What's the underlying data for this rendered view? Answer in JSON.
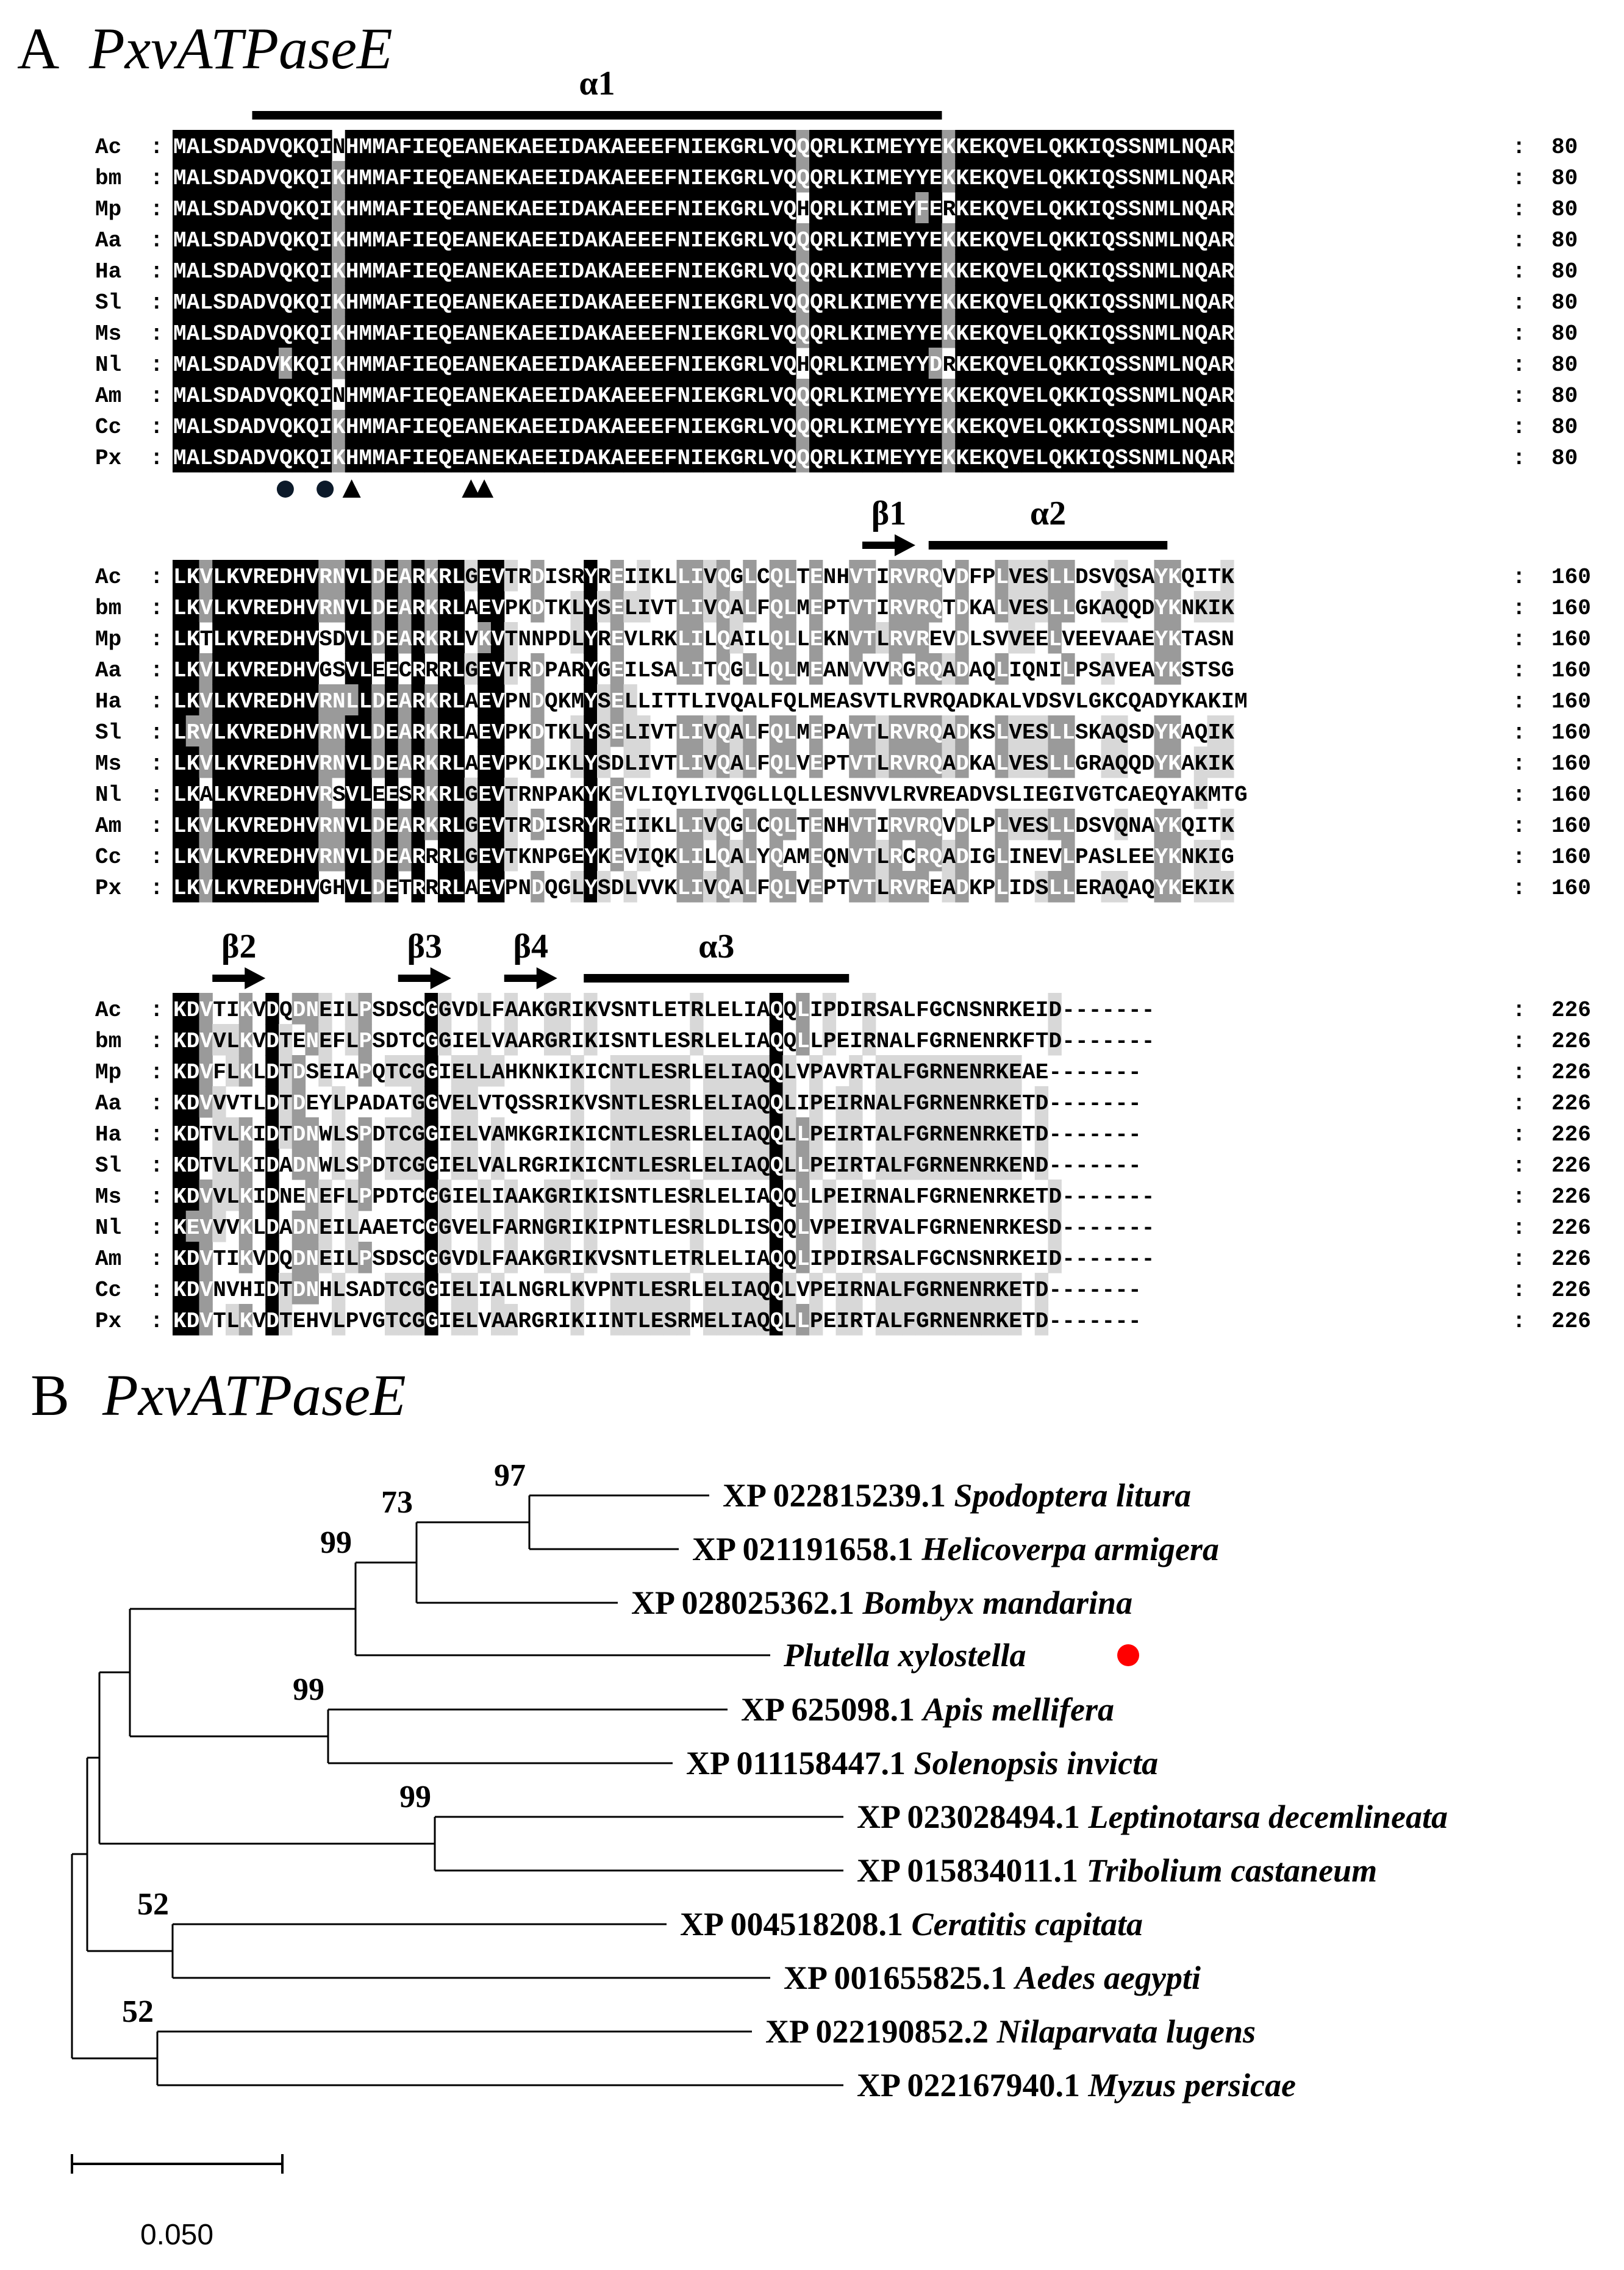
{
  "panelA": {
    "letter": "A",
    "gene": "PxvATPaseE"
  },
  "panelB": {
    "letter": "B",
    "gene": "PxvATPaseE"
  },
  "colors": {
    "identical": "#000000",
    "similar": "#9a9a9a",
    "weak": "#d8d8d8",
    "marker": "#ff0000"
  },
  "alignment": {
    "species": [
      "Ac",
      "bm",
      "Mp",
      "Aa",
      "Ha",
      "Sl",
      "Ms",
      "Nl",
      "Am",
      "Cc",
      "Px"
    ],
    "blocks": [
      {
        "end": "80",
        "rows": [
          "MALSDADVQKQINHMMAFIEQEANEKAEEIDAKAEEEFNIEKGRLVQQQRLKIMEYYEKKEKQVELQKKIQSSNMLNQAR",
          "MALSDADVQKQIKHMMAFIEQEANEKAEEIDAKAEEEFNIEKGRLVQQQRLKIMEYYEKKEKQVELQKKIQSSNMLNQAR",
          "MALSDADVQKQIKHMMAFIEQEANEKAEEIDAKAEEEFNIEKGRLVQHQRLKIMEYFERKEKQVELQKKIQSSNMLNQAR",
          "MALSDADVQKQIKHMMAFIEQEANEKAEEIDAKAEEEFNIEKGRLVQQQRLKIMEYYEKKEKQVELQKKIQSSNMLNQAR",
          "MALSDADVQKQIKHMMAFIEQEANEKAEEIDAKAEEEFNIEKGRLVQQQRLKIMEYYEKKEKQVELQKKIQSSNMLNQAR",
          "MALSDADVQKQIKHMMAFIEQEANEKAEEIDAKAEEEFNIEKGRLVQQQRLKIMEYYEKKEKQVELQKKIQSSNMLNQAR",
          "MALSDADVQKQIKHMMAFIEQEANEKAEEIDAKAEEEFNIEKGRLVQQQRLKIMEYYEKKEKQVELQKKIQSSNMLNQAR",
          "MALSDADVKKQIKHMMAFIEQEANEKAEEIDAKAEEEFNIEKGRLVQHQRLKIMEYYDRKEKQVELQKKIQSSNMLNQAR",
          "MALSDADVQKQINHMMAFIEQEANEKAEEIDAKAEEEFNIEKGRLVQQQRLKIMEYYEKKEKQVELQKKIQSSNMLNQAR",
          "MALSDADVQKQIKHMMAFIEQEANEKAEEIDAKAEEEFNIEKGRLVQQQRLKIMEYYEKKEKQVELQKKIQSSNMLNQAR",
          "MALSDADVQKQIKHMMAFIEQEANEKAEEIDAKAEEEFNIEKGRLVQQQRLKIMEYYEKKEKQVELQKKIQSSNMLNQAR"
        ],
        "features": [
          {
            "label": "α1",
            "type": "helix",
            "start": 6,
            "end": 57
          }
        ],
        "markers": [
          {
            "pos": 8,
            "type": "circle"
          },
          {
            "pos": 11,
            "type": "circle"
          },
          {
            "pos": 13,
            "type": "triangle"
          },
          {
            "pos": 22,
            "type": "triangle"
          },
          {
            "pos": 23,
            "type": "triangle"
          }
        ]
      },
      {
        "end": "160",
        "rows": [
          "LKVLKVREDHVRNVLDEARKRLGEVTRDISRYREIIKLLIVQGLCQLTENHVTIRVRQVDFPLVESLLDSVQSAYKQITK",
          "LKVLKVREDHVRNVLDEARKRLAEVPKDTKLYSELIVTLIVQALFQLMEPTVTIRVRQTDKALVESLLGKAQQDYKNKIK",
          "LKTLKVREDHVSDVLDEARKRLVKVTNNPDLYREVLRKLILQAILQLLEKNVTLRVREVDLSVVEELVEEVAAEYKTASN",
          "LKVLKVREDHVGSVLEECRRRLGEVTRDPARYGEILSALITQGLLQLMEANVVVRGRQADAQLIQNILPSAVEAYKSTSG",
          "LKVLKVREDHVRNLLDEARKRLAEVPNDQKMYSELLITTLIVQALFQLMEASVTLRVRQADKALVDSVLGKCQADYKAKIM",
          "LRVLKVREDHVRNVLDEARKRLAEVPKDTKLYSELIVTLIVQALFQLMEPAVTLRVRQADKSLVESLLSKAQSDYKAQIK",
          "LKVLKVREDHVRNVLDEARKRLAEVPKDIKLYSDLIVTLIVQALFQLVEPTVTLRVRQADKALVESLLGRAQQDYKAKIK",
          "LKALKVREDHVRSVLEESRKRLGEVTRNPAKYKEVLIQYLIVQGLLQLLESNVVLRVREADVSLIEGIVGTCAEQYAKMTG",
          "LKVLKVREDHVRNVLDEARKRLGEVTRDISRYREIIKLLIVQGLCQLTENHVTIRVRQVDLPLVESLLDSVQNAYKQITK",
          "LKVLKVREDHVRNVLDEARRRLGEVTKNPGEYKEVIQKLILQALYQAMEQNVTLRCRQADIGLINEVLPASLEEYKNKIG",
          "LKVLKVREDHVGHVLDETRRRLAEVPNDQGLYSDLVVKLIVQALFQLVEPTVTLRVREADKPLIDSLLERAQAQYKEKIK"
        ],
        "features": [
          {
            "label": "β1",
            "type": "strand",
            "start": 52,
            "end": 55
          },
          {
            "label": "α2",
            "type": "helix",
            "start": 57,
            "end": 74
          }
        ],
        "markers": []
      },
      {
        "end": "226",
        "rows": [
          "KDVTIKVDQDNEILPSDSCGGVDLFAAKGRIKVSNTLETRLELIAQQLIPDIRSALFGCNSNRKEID-------",
          "KDVVLKVDTENEFLPSDTCGGIELVAARGRIKISNTLESRLELIAQQLLPEIRNALFGRNENRKFTD-------",
          "KDVFLKLDTDSEIAPQTCGGIELLAHKNKIKICNTLESRLELIAQQLVPAVRTALFGRNENRKEAE-------",
          "KDVVVTLDTDEYLPADATGGVELVTQSSRIKVSNTLESRLELIAQQLIPEIRNALFGRNENRKETD-------",
          "KDTVLKIDTDNWLSPDTCGGIELVAMKGRIKICNTLESRLELIAQQLLPEIRTALFGRNENRKETD-------",
          "KDTVLKIDADNWLSPDTCGGIELVALRGRIKICNTLESRLELIAQQLLPEIRTALFGRNENRKEND-------",
          "KDVVLKIDNENEFLPPDTCGGIELIAAKGRIKISNTLESRLELIAQQLLPEIRNALFGRNENRKETD-------",
          "KEVVVKLDADNEILAAETCGGVELFARNGRIKIPNTLESRLDLISQQLVPEIRVALFGRNENRKESD-------",
          "KDVTIKVDQDNEILPSDSCGGVDLFAAKGRIKVSNTLETRLELIAQQLIPDIRSALFGCNSNRKEID-------",
          "KDVNVHIDTDNHLSADTCGGIELIALNGRLKVPNTLESRLELIAQQLVPEIRNALFGRNENRKETD-------",
          "KDVTLKVDTEHVLPVGTCGGIELVAARGRIKIINTLESRMELIAQQLLPEIRTALFGRNENRKETD-------"
        ],
        "features": [
          {
            "label": "β2",
            "type": "strand",
            "start": 3,
            "end": 6
          },
          {
            "label": "β3",
            "type": "strand",
            "start": 17,
            "end": 20
          },
          {
            "label": "β4",
            "type": "strand",
            "start": 25,
            "end": 28
          },
          {
            "label": "α3",
            "type": "helix",
            "start": 31,
            "end": 50
          }
        ],
        "markers": []
      }
    ]
  },
  "tree": {
    "leaves": [
      {
        "acc": "XP 022815239.1",
        "sp": "Spodoptera litura"
      },
      {
        "acc": "XP 021191658.1",
        "sp": "Helicoverpa armigera"
      },
      {
        "acc": "XP 028025362.1",
        "sp": "Bombyx mandarina"
      },
      {
        "acc": "",
        "sp": "Plutella xylostella",
        "marker": true
      },
      {
        "acc": "XP 625098.1",
        "sp": "Apis mellifera"
      },
      {
        "acc": "XP 011158447.1",
        "sp": "Solenopsis invicta"
      },
      {
        "acc": "XP 023028494.1",
        "sp": "Leptinotarsa decemlineata"
      },
      {
        "acc": "XP 015834011.1",
        "sp": "Tribolium castaneum"
      },
      {
        "acc": "XP 004518208.1",
        "sp": "Ceratitis capitata"
      },
      {
        "acc": "XP 001655825.1",
        "sp": "Aedes aegypti"
      },
      {
        "acc": "XP 022190852.2",
        "sp": "Nilaparvata lugens"
      },
      {
        "acc": "XP 022167940.1",
        "sp": "Myzus persicae"
      }
    ],
    "bootstrap": [
      "97",
      "73",
      "99",
      "99",
      "99",
      "52",
      "52"
    ],
    "scale": "0.050"
  }
}
